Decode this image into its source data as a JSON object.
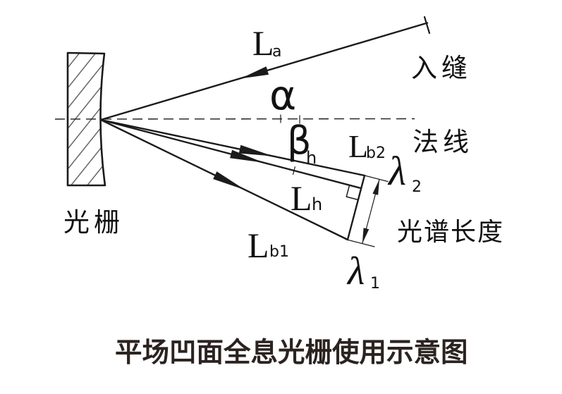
{
  "diagram": {
    "title": "平场凹面全息光栅使用示意图",
    "labels": {
      "grating": "光栅",
      "entrance_slit": "入缝",
      "normal": "法线",
      "spectrum_length": "光谱长度",
      "incident_arm": {
        "main": "L",
        "sub": "a"
      },
      "incidence_angle": "α",
      "diffraction_angle": {
        "main": "β",
        "sub": "h"
      },
      "exit_arm_2": {
        "main": "L",
        "sub": "b2"
      },
      "wavelength_2": {
        "main": "λ",
        "sub": "2"
      },
      "horizontal_arm": {
        "main": "L",
        "sub": "h"
      },
      "exit_arm_1": {
        "main": "L",
        "sub": "b1"
      },
      "wavelength_1": {
        "main": "λ",
        "sub": "1"
      }
    },
    "colors": {
      "background": "#ffffff",
      "line": "#1b1b1b",
      "hatch": "#4d4d4d",
      "text": "#121212",
      "title": "#2b2320"
    }
  }
}
